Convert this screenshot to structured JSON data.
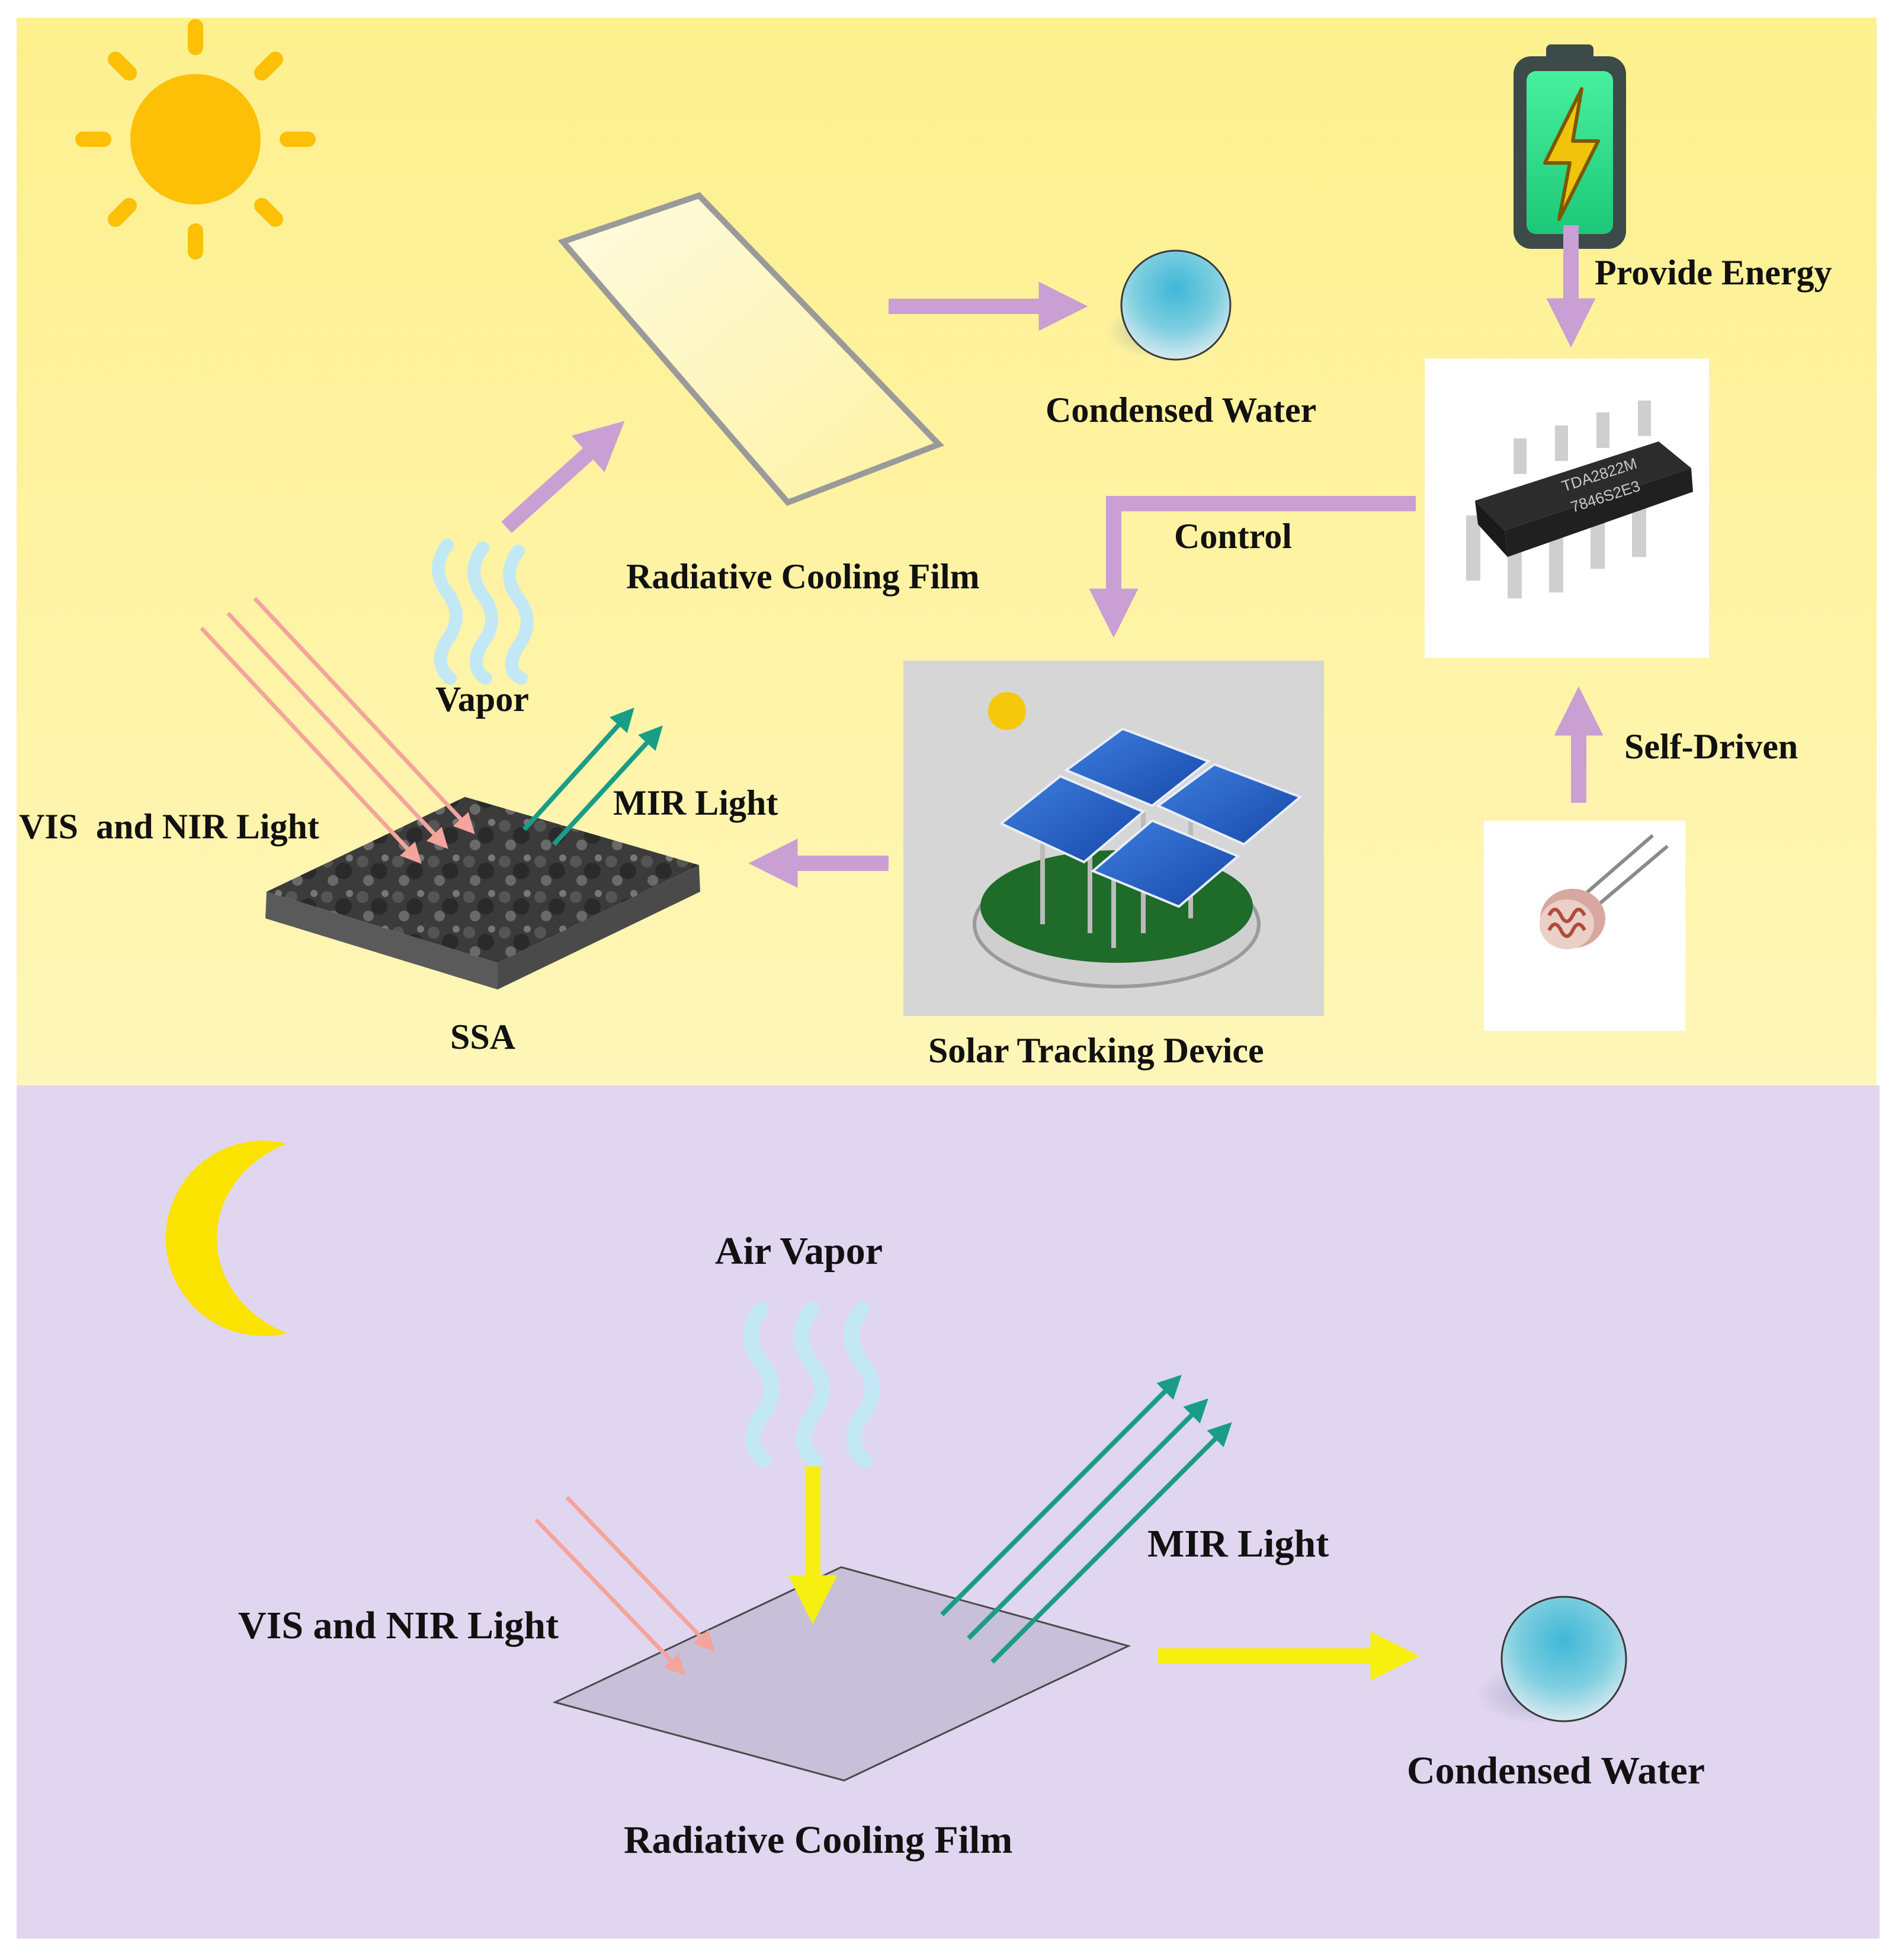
{
  "labels": {
    "day_condensed_water": "Condensed Water",
    "provide_energy": "Provide Energy",
    "control": "Control",
    "radiative_cooling_film_day": "Radiative Cooling Film",
    "vapor": "Vapor",
    "mir_light_day": "MIR Light",
    "vis_nir_light_day": "VIS  and NIR Light",
    "self_driven": "Self-Driven",
    "ssa": "SSA",
    "solar_tracking_device": "Solar Tracking Device",
    "air_vapor": "Air Vapor",
    "mir_light_night": "MIR Light",
    "vis_nir_light_night": "VIS and NIR Light",
    "night_condensed_water": "Condensed Water",
    "radiative_cooling_film_night": "Radiative Cooling Film"
  },
  "chip": {
    "line1": "TDA2822M",
    "line2": "7846S2E3"
  },
  "colors": {
    "day_background": "#fdf3a6",
    "night_background": "#e1d6ef",
    "flow_arrow_day": "#c99fd4",
    "flow_arrow_night": "#f7ef10",
    "incoming_light": "#f4a49c",
    "mir_light": "#1a9d86",
    "sun": "#fdc006",
    "moon": "#fbe300",
    "water_drop": "#5cc4dc"
  },
  "icons": [
    "sun-icon",
    "battery-icon",
    "moon-icon",
    "water-drop-icon",
    "vapor-icon",
    "chip-icon",
    "photoresistor-icon",
    "solar-panel-icon"
  ]
}
